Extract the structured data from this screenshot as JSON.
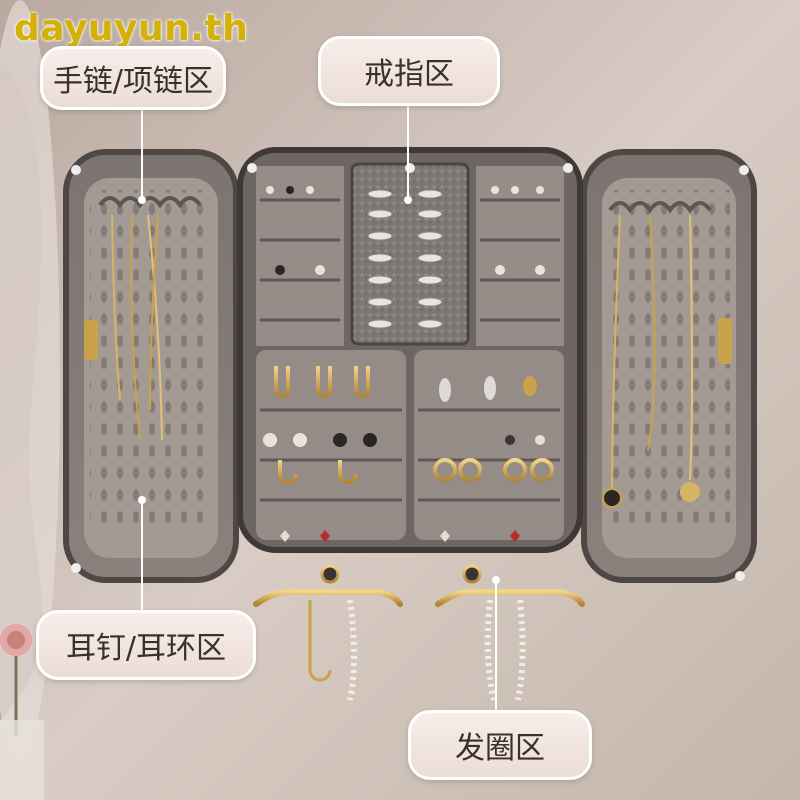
{
  "watermark": "dayuyun.th",
  "labels": {
    "bracelet_necklace_zone": "手链/项链区",
    "ring_zone": "戒指区",
    "earring_zone": "耳钉/耳环区",
    "hair_tie_zone": "发圈区"
  },
  "colors": {
    "wall": "#cdbfb5",
    "callout_bg": "#f3e6e1",
    "watermark": "#d4b106",
    "gold": "#c9a24a"
  }
}
